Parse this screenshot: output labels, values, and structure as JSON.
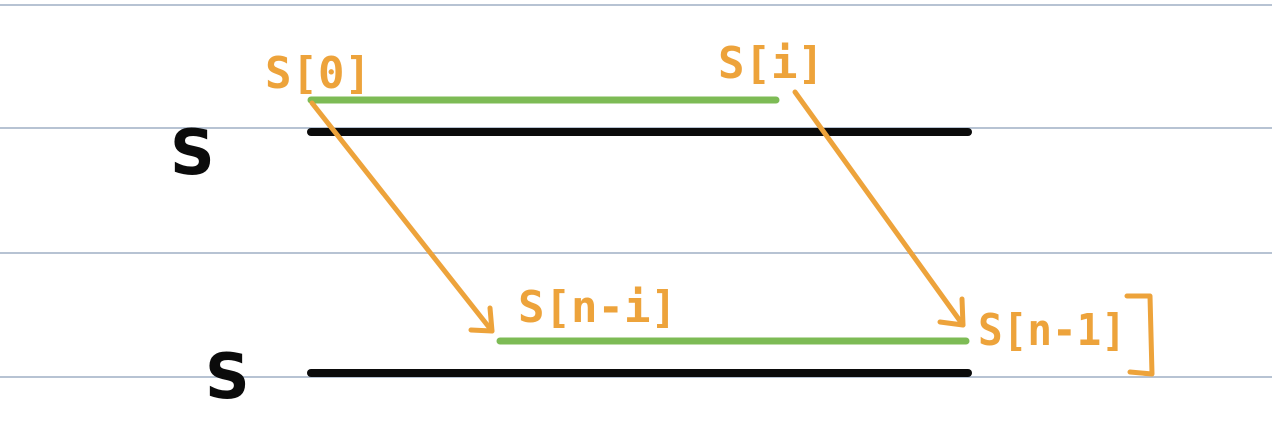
{
  "labels": {
    "top_string": "S",
    "bottom_string": "S",
    "top_left": "S[0]",
    "top_right": "S[i]",
    "bottom_middle": "S[n-i]",
    "bottom_right": "S[n-1]"
  },
  "colors": {
    "ruled_line": "#b7c3d3",
    "string_line": "#0b0b0b",
    "highlight": "#7dbb55",
    "annotation": "#eda33b"
  }
}
